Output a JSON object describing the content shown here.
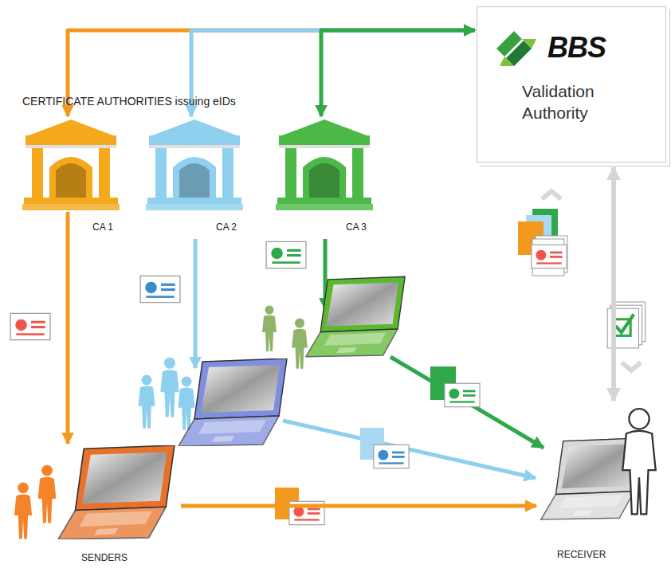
{
  "diagram": {
    "nodes": [
      {
        "text": [
          "BBS",
          "Validation Authority"
        ]
      },
      {
        "text": [
          "CA 1"
        ]
      },
      {
        "text": [
          "CA 2"
        ]
      },
      {
        "text": [
          "CA 3"
        ]
      },
      {
        "text": [
          "SENDERS"
        ]
      },
      {
        "text": [
          "RECEIVER"
        ]
      }
    ],
    "edges": [
      {
        "from": 1,
        "to": 0,
        "arrow": "both"
      },
      {
        "from": 2,
        "to": 0,
        "arrow": "both"
      },
      {
        "from": 3,
        "to": 0,
        "arrow": "both"
      },
      {
        "from": 1,
        "to": 4,
        "arrow": "to"
      },
      {
        "from": 4,
        "to": 5,
        "arrow": "to"
      },
      {
        "from": 5,
        "to": 0,
        "arrow": "both"
      }
    ],
    "labels": [
      "CERTIFICATE AUTHORITIES issuing eIDs"
    ]
  }
}
